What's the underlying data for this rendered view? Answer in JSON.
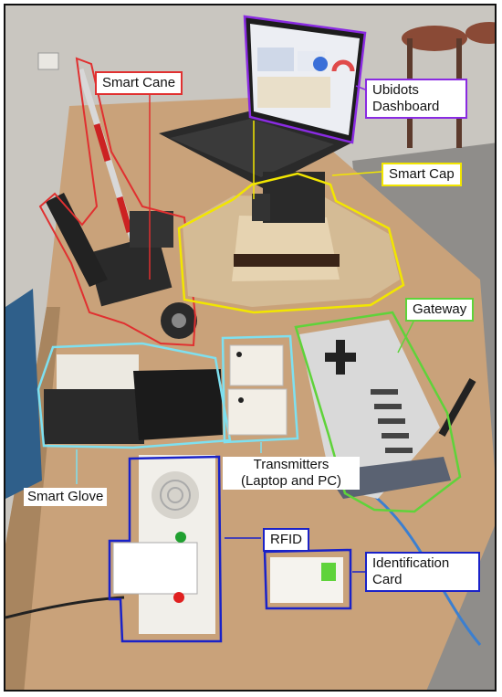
{
  "labels": {
    "smart_cane": "Smart Cane",
    "ubidots_line1": "Ubidots",
    "ubidots_line2": "Dashboard",
    "smart_cap": "Smart Cap",
    "gateway": "Gateway",
    "transmitters_line1": "Transmitters",
    "transmitters_line2": "(Laptop and PC)",
    "smart_glove": "Smart Glove",
    "rfid": "RFID",
    "id_card_line1": "Identification",
    "id_card_line2": "Card"
  },
  "colors": {
    "smart_cane": "#e03030",
    "ubidots": "#8a2be2",
    "smart_cap": "#f2e600",
    "gateway": "#5fd33a",
    "transmitters": "#7ee0f0",
    "smart_glove": "#7ee0f0",
    "rfid": "#1a22c8",
    "id_card": "#1a22c8"
  }
}
